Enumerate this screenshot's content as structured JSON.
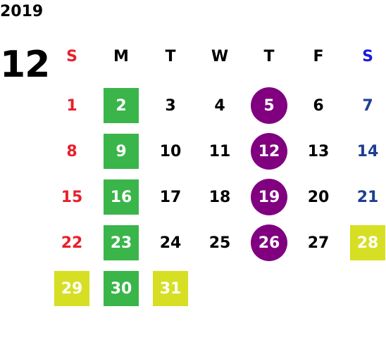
{
  "calendar": {
    "year": "2019",
    "month": "12",
    "weekdays": [
      "S",
      "M",
      "T",
      "W",
      "T",
      "F",
      "S"
    ],
    "weeks": [
      [
        "",
        "",
        "",
        "",
        "",
        "",
        ""
      ],
      [
        "1",
        "2",
        "3",
        "4",
        "5",
        "6",
        "7"
      ],
      [
        "8",
        "9",
        "10",
        "11",
        "12",
        "13",
        "14"
      ],
      [
        "15",
        "16",
        "17",
        "18",
        "19",
        "20",
        "21"
      ],
      [
        "22",
        "23",
        "24",
        "25",
        "26",
        "27",
        "28"
      ],
      [
        "29",
        "30",
        "31",
        "",
        "",
        "",
        ""
      ]
    ],
    "colors": {
      "sunday_text": "#e8202a",
      "saturday_text": "#1e3f92",
      "saturday_header": "#1a1adc",
      "green_highlight": "#3ab54a",
      "yellow_highlight": "#d6df23",
      "purple_highlight": "#800080"
    }
  }
}
